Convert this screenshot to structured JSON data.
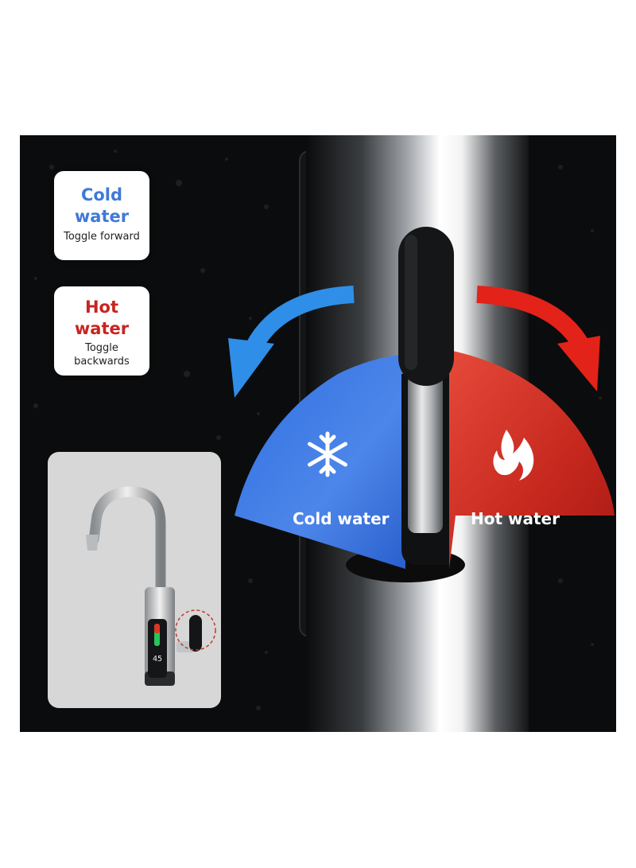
{
  "cards": {
    "cold": {
      "title": "Cold\nwater",
      "title_line1": "Cold",
      "title_line2": "water",
      "subtitle": "Toggle forward"
    },
    "hot": {
      "title_line1": "Hot",
      "title_line2": "water",
      "subtitle_line1": "Toggle",
      "subtitle_line2": "backwards"
    }
  },
  "dial": {
    "cold_label": "Cold water",
    "hot_label": "Hot water"
  },
  "display": {
    "temperature": "45"
  },
  "colors": {
    "cold": "#3f7ad6",
    "hot": "#c72520",
    "background": "#0b0c0d"
  },
  "icons": {
    "cold": "snowflake-icon",
    "hot": "flame-icon"
  }
}
